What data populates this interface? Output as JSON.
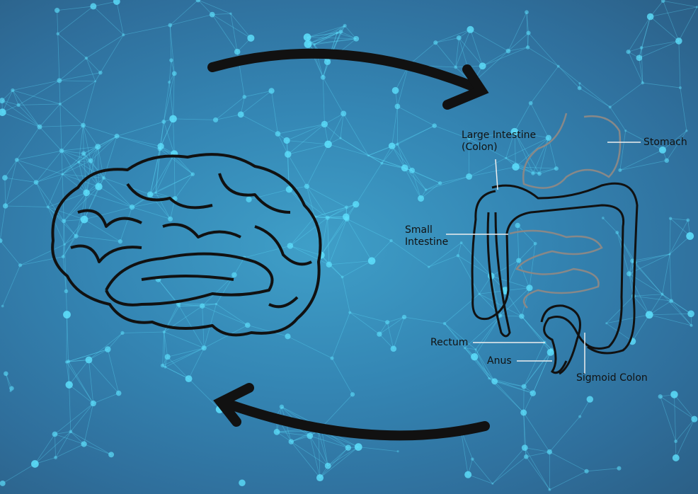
{
  "labels": {
    "large_intestine": "Large Intestine",
    "colon": "(Colon)",
    "stomach": "Stomach",
    "small": "Small",
    "intestine": "Intestine",
    "rectum": "Rectum",
    "anus": "Anus",
    "sigmoid_colon": "Sigmoid Colon"
  },
  "colors": {
    "background": "#3486b4",
    "network": "#5fe3ff",
    "outline": "#111111",
    "organ_faint": "#8a8a8a"
  }
}
